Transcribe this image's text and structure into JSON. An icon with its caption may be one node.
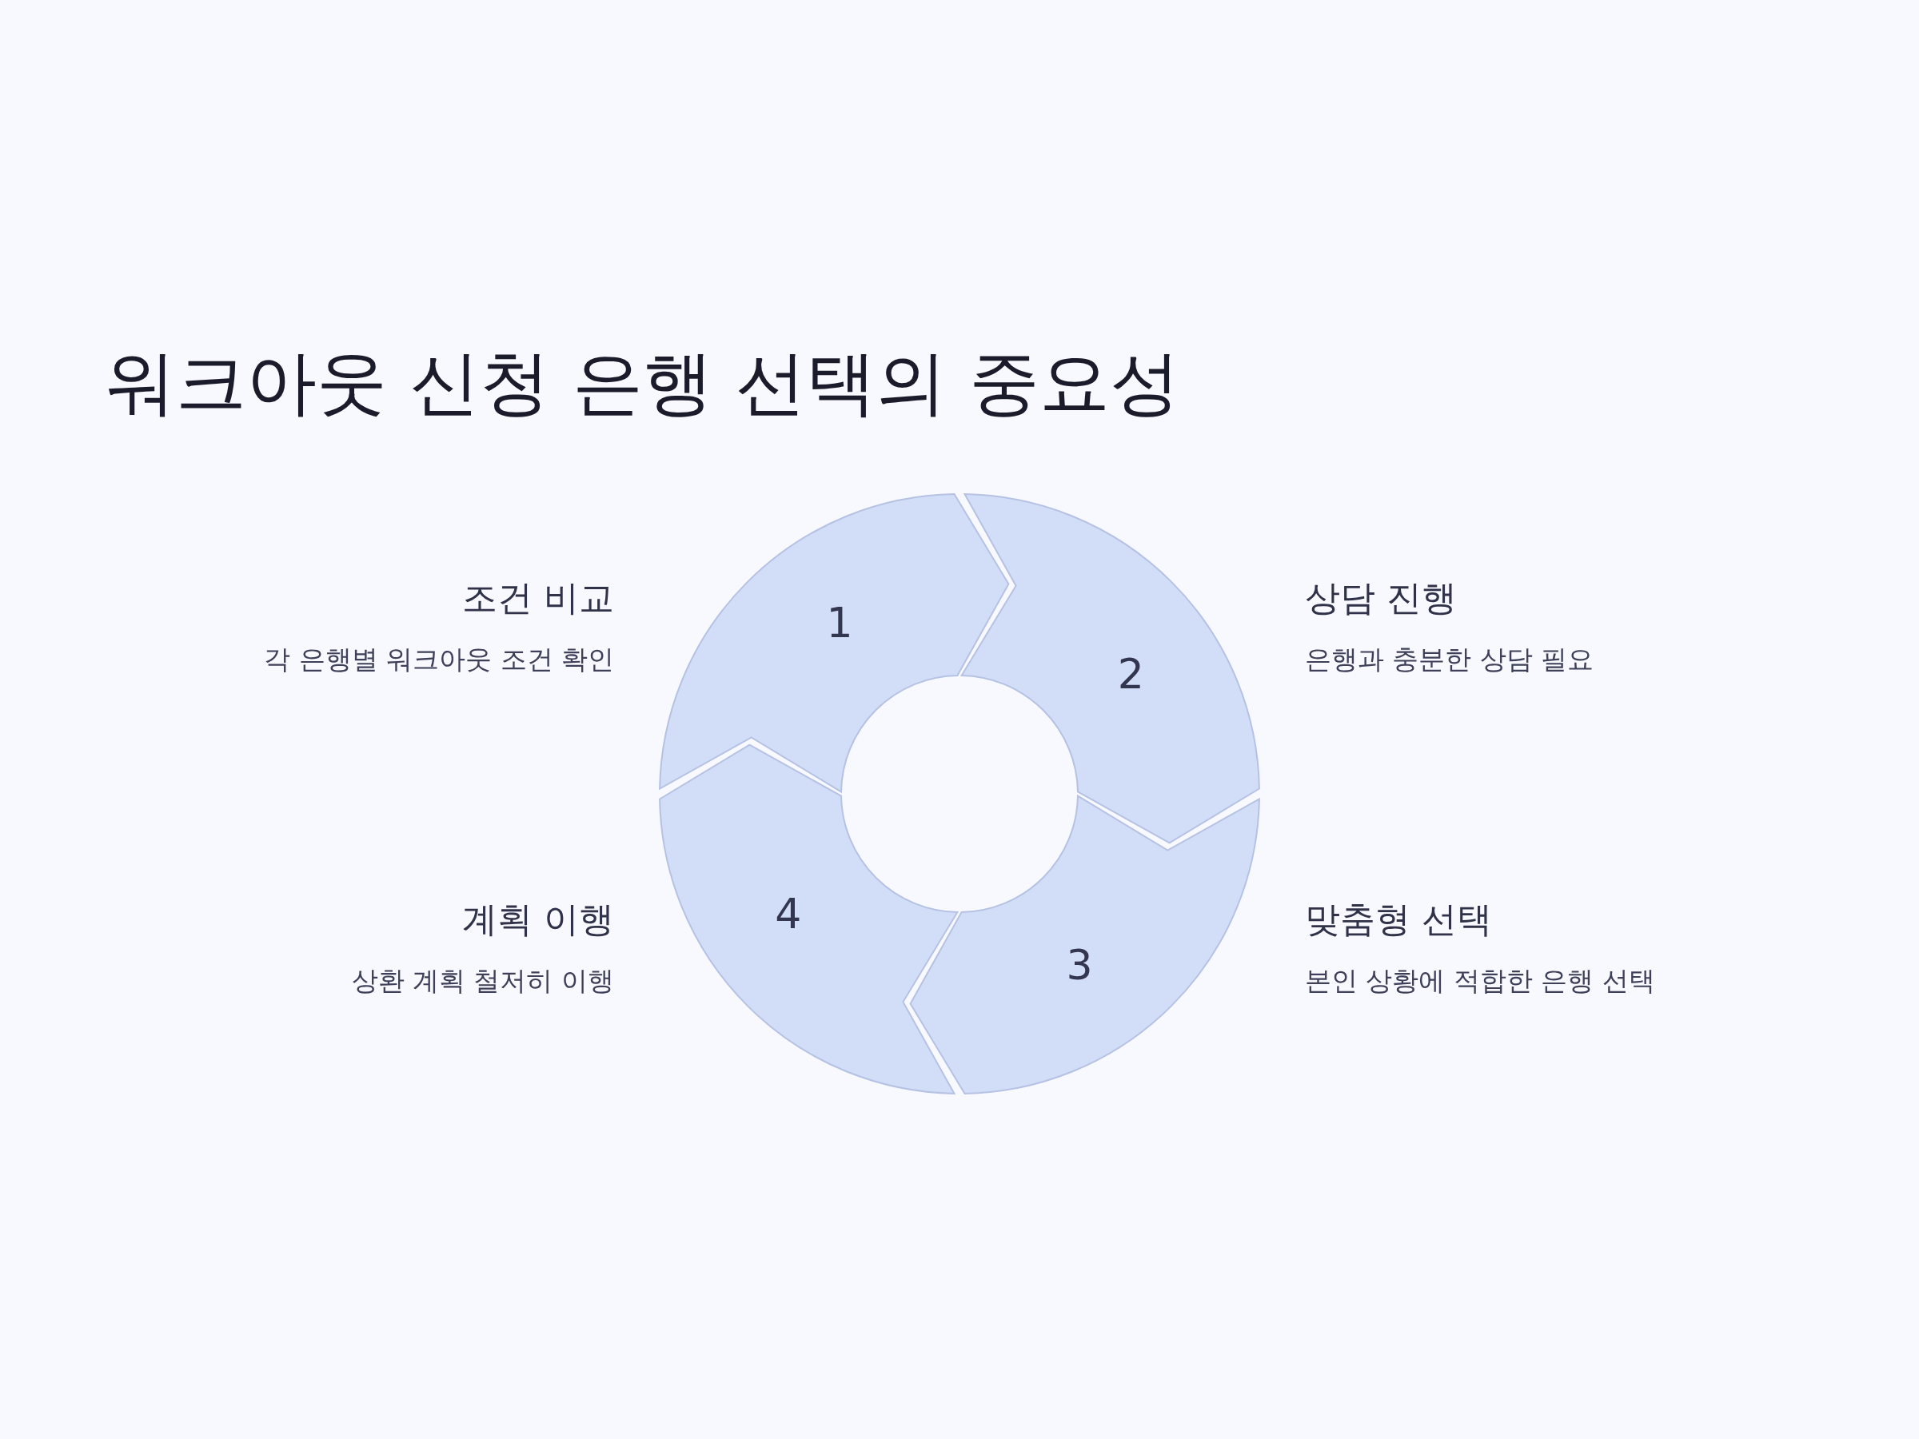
{
  "diagram": {
    "title": "워크아웃 신청 은행 선택의 중요성",
    "nodes": [
      {
        "text": [
          "1"
        ],
        "beside": [
          "조건 비교",
          "각 은행별 워크아웃 조건 확인"
        ]
      },
      {
        "text": [
          "2"
        ],
        "beside": [
          "상담 진행",
          "은행과 충분한 상담 필요"
        ]
      },
      {
        "text": [
          "3"
        ],
        "beside": [
          "맞춤형 선택",
          "본인 상황에 적합한 은행 선택"
        ]
      },
      {
        "text": [
          "4"
        ],
        "beside": [
          "계획 이행",
          "상환 계획 철저히 이행"
        ]
      }
    ]
  }
}
